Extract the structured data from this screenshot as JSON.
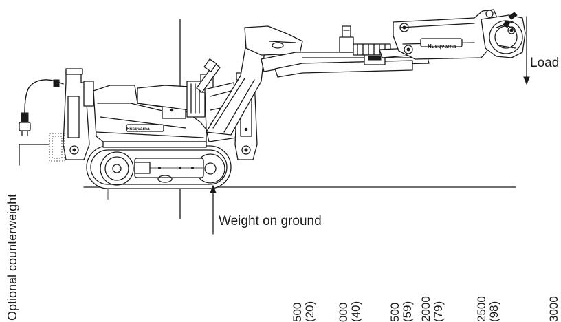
{
  "labels": {
    "load": "Load",
    "weight_on_ground": "Weight on ground",
    "optional_counterweight": "Optional counterweight"
  },
  "brand": {
    "body_logo": "Husqvarna",
    "arm_logo": "Husqvarna"
  },
  "scale_ticks": [
    {
      "mm": "500",
      "inch": "(20)"
    },
    {
      "mm": "000",
      "inch": "(40)"
    },
    {
      "mm": "500",
      "inch": "(59)"
    },
    {
      "mm": "2000",
      "inch": "(79)"
    },
    {
      "mm": "2500",
      "inch": "(98)"
    },
    {
      "mm": "3000",
      "inch": ""
    }
  ]
}
